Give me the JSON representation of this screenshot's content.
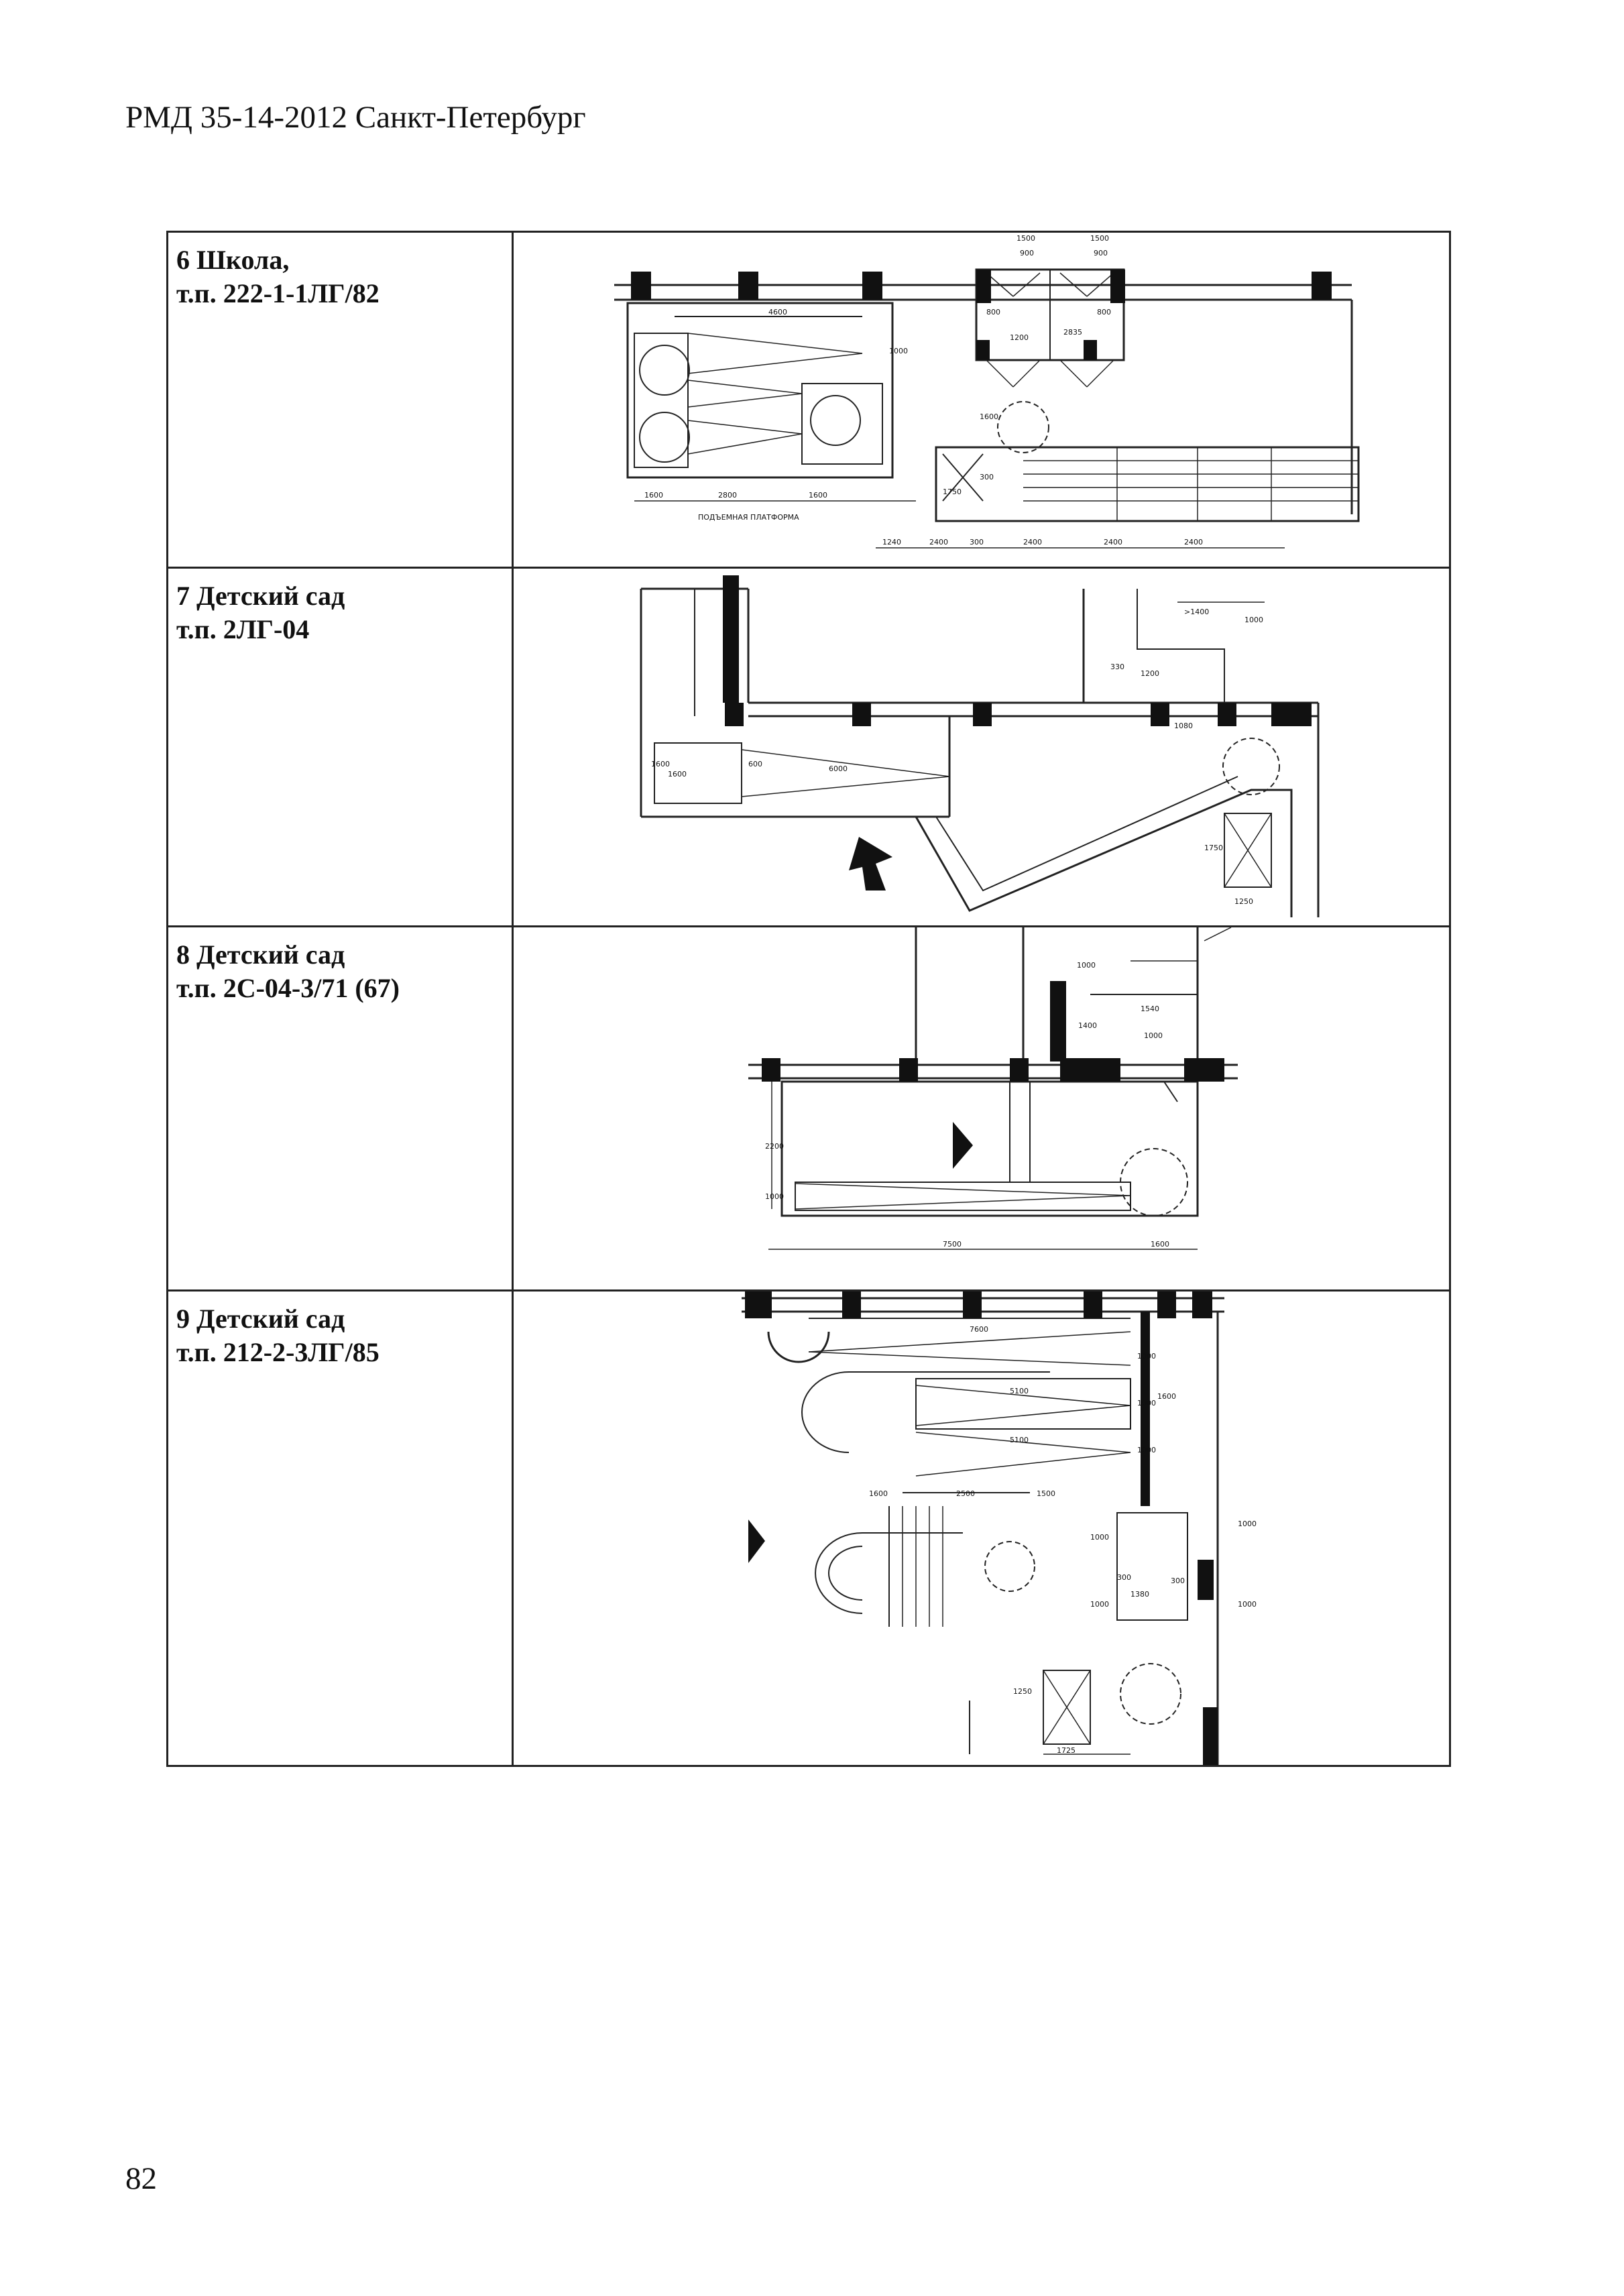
{
  "header": {
    "title": "РМД 35-14-2012 Санкт-Петербург"
  },
  "page_number": "82",
  "rows": [
    {
      "name": "6 Школа,",
      "project": "т.п. 222-1-1ЛГ/82",
      "dims": {
        "d1500a": "1500",
        "d1500b": "1500",
        "d900a": "900",
        "d900b": "900",
        "d4600": "4600",
        "d1000": "1000",
        "d800a": "800",
        "d1200": "1200",
        "d2835": "2835",
        "d800b": "800",
        "d1600v": "1600",
        "d300v": "300",
        "d1750": "1750",
        "d1600a": "1600",
        "d2800": "2800",
        "d1600b": "1600",
        "platform": "ПОДЪЕМНАЯ ПЛАТФОРМА",
        "b1240": "1240",
        "b2400a": "2400",
        "b300": "300",
        "b2400b": "2400",
        "b2400c": "2400",
        "b2400d": "2400"
      }
    },
    {
      "name": "7 Детский сад",
      "project": "т.п. 2ЛГ-04",
      "dims": {
        "d1400": ">1400",
        "d1000": "1000",
        "d330": "330",
        "d1200": "1200",
        "d1080": "1080",
        "d1600v": "1600",
        "d1600h": "1600",
        "d600": "600",
        "d6000": "6000",
        "d1750": "1750",
        "d1250": "1250"
      }
    },
    {
      "name": "8 Детский сад",
      "project": "т.п. 2С-04-3/71 (67)",
      "dims": {
        "d1000a": "1000",
        "d1400": "1400",
        "d1540": "1540",
        "d1000b": "1000",
        "d2200": "2200",
        "d1000c": "1000",
        "d7500": "7500",
        "d1600": "1600"
      }
    },
    {
      "name": "9 Детский сад",
      "project": "т.п. 212-2-3ЛГ/85",
      "dims": {
        "d7600": "7600",
        "d5100a": "5100",
        "d5100b": "5100",
        "d1000a": "1000",
        "d1000b": "1000",
        "d1000c": "1000",
        "d1600r": "1600",
        "d1600": "1600",
        "d2500": "2500",
        "d1500": "1500",
        "d1000d": "1000",
        "d1000e": "1000",
        "d300a": "300",
        "d1380": "1380",
        "d300b": "300",
        "d1000f": "1000",
        "d1000g": "1000",
        "d1250": "1250",
        "d1725": "1725"
      }
    }
  ]
}
